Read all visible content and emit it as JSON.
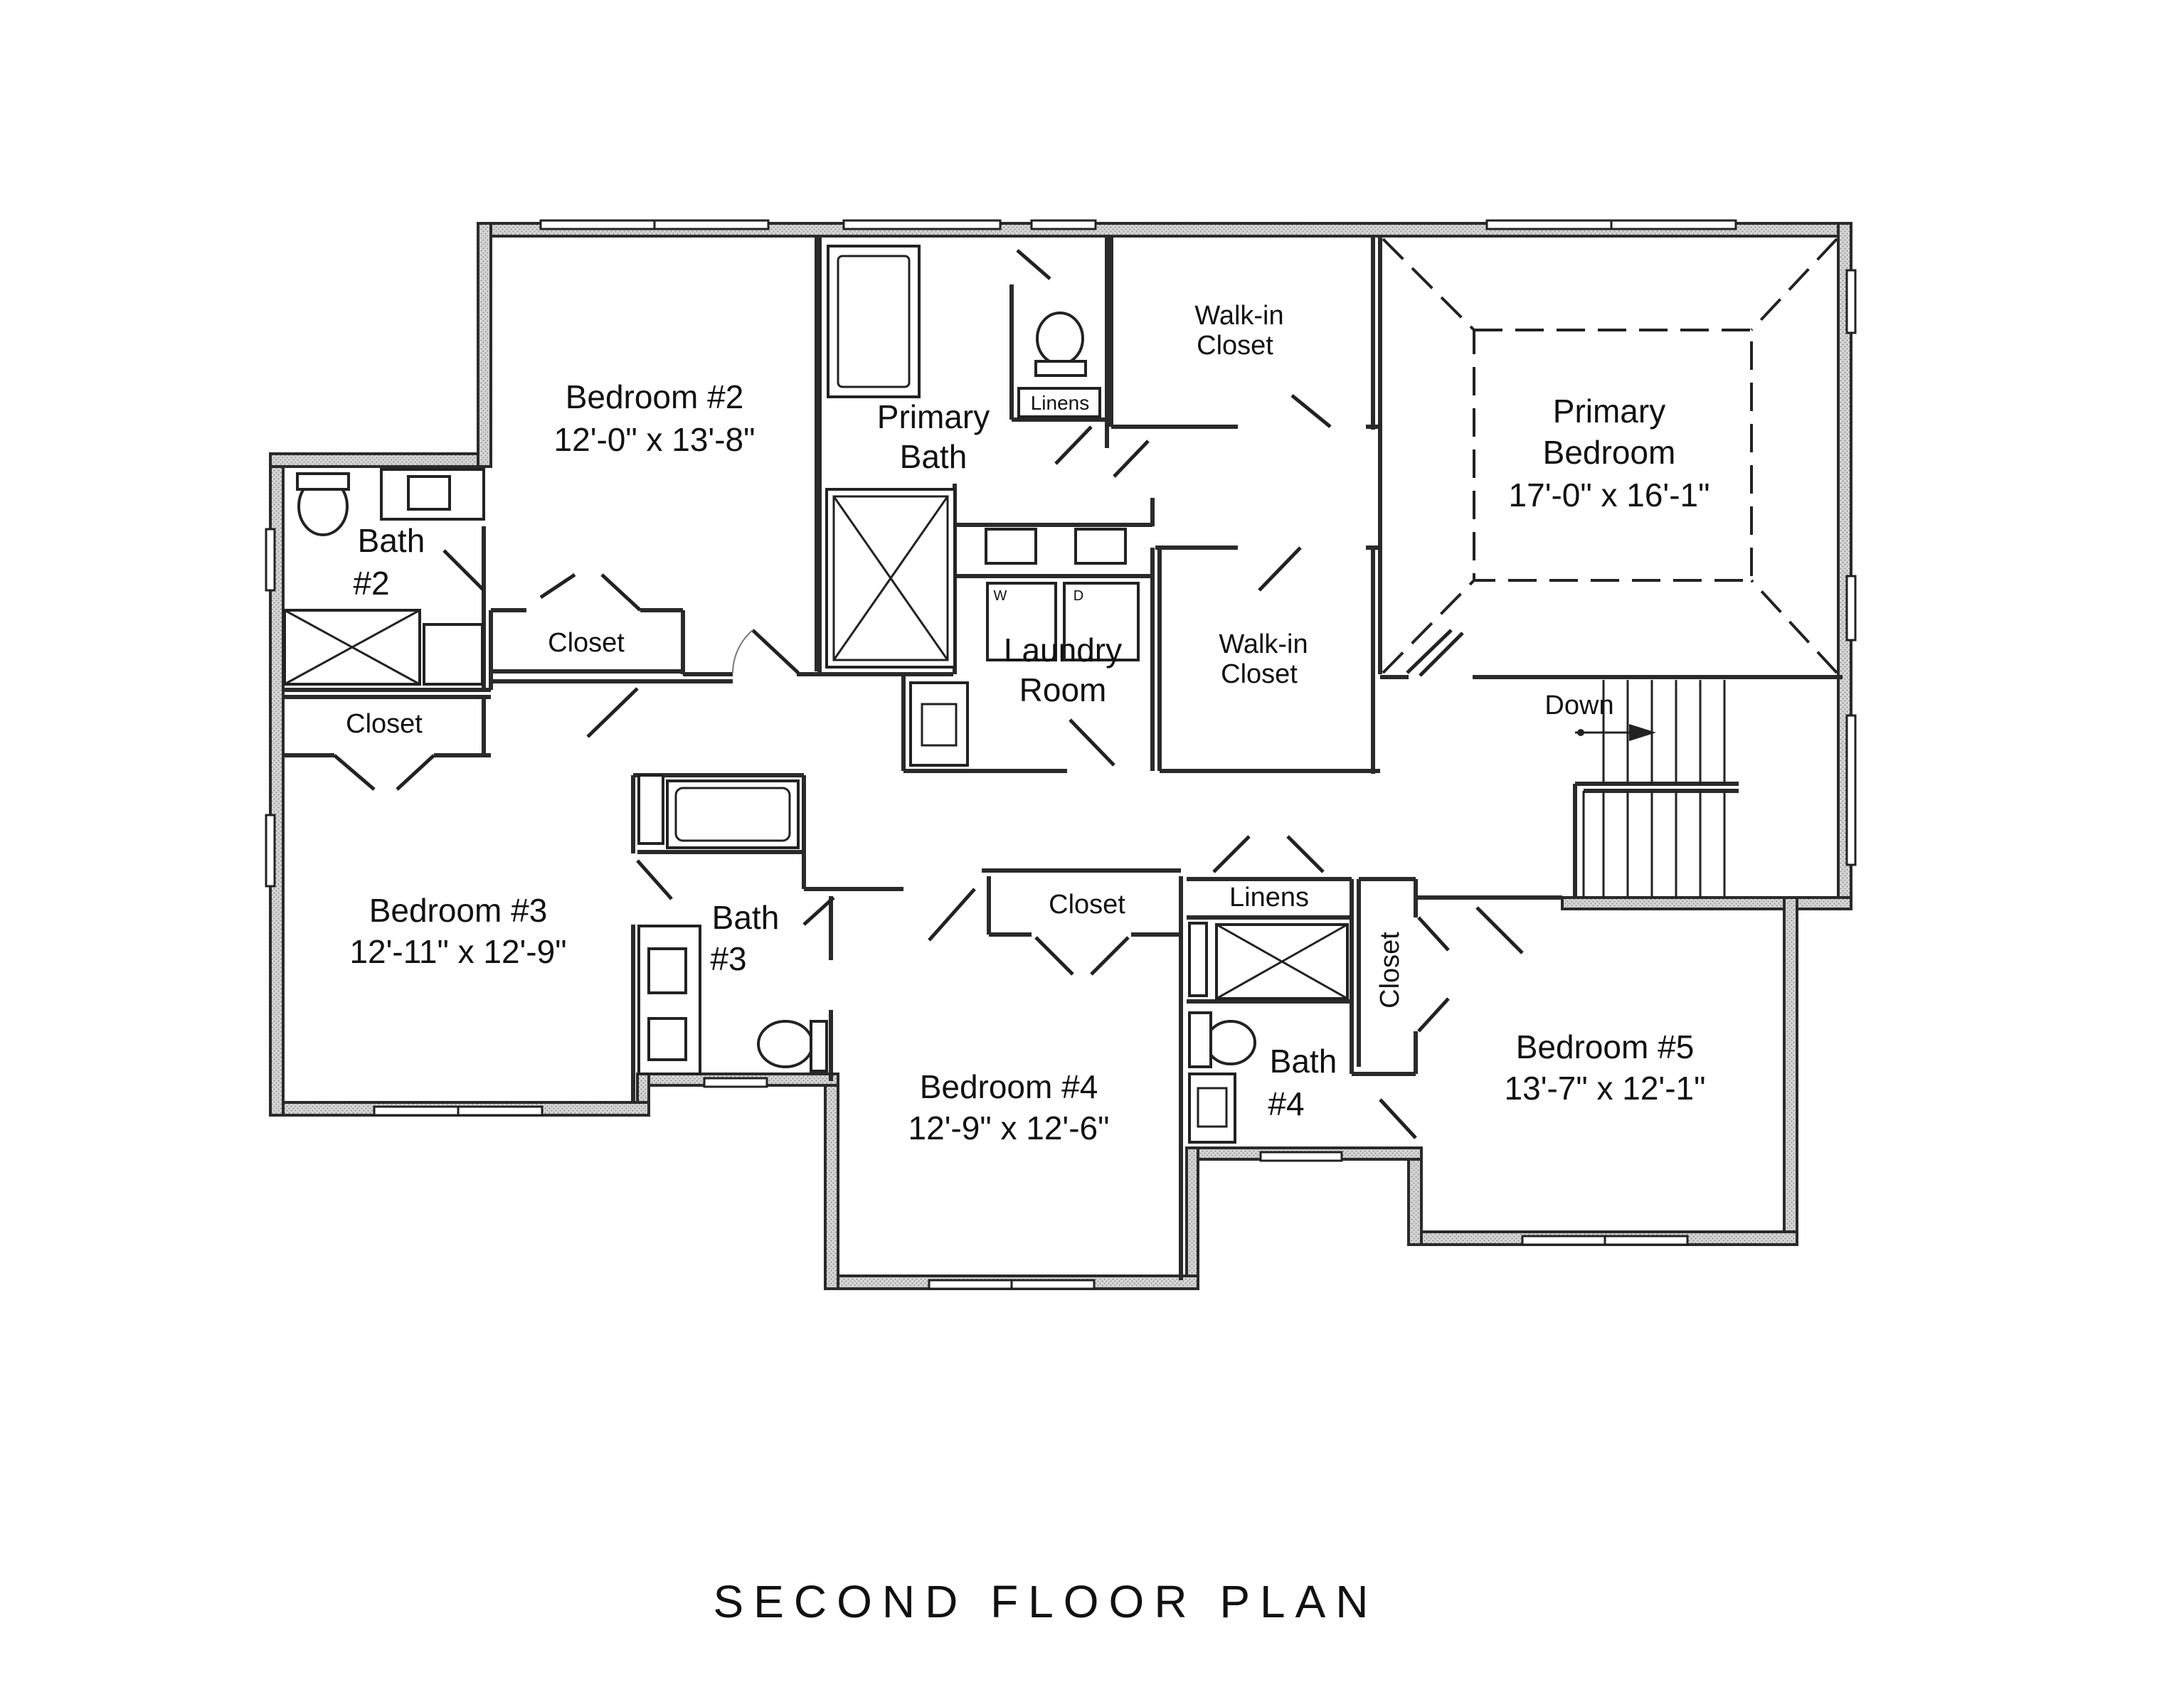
{
  "title": "SECOND FLOOR PLAN",
  "rooms": {
    "bedroom2": {
      "name": "Bedroom #2",
      "size": "12'-0\" x 13'-8\""
    },
    "bedroom3": {
      "name": "Bedroom #3",
      "size": "12'-11\" x 12'-9\""
    },
    "bedroom4": {
      "name": "Bedroom #4",
      "size": "12'-9\" x 12'-6\""
    },
    "bedroom5": {
      "name": "Bedroom #5",
      "size": "13'-7\" x 12'-1\""
    },
    "primary_bedroom": {
      "line1": "Primary",
      "line2": "Bedroom",
      "size": "17'-0\" x 16'-1\""
    },
    "primary_bath": {
      "line1": "Primary",
      "line2": "Bath"
    },
    "bath2": {
      "line1": "Bath",
      "line2": "#2"
    },
    "bath3": {
      "line1": "Bath",
      "line2": "#3"
    },
    "bath4": {
      "line1": "Bath",
      "line2": "#4"
    },
    "laundry": {
      "line1": "Laundry",
      "line2": "Room",
      "washer": "W",
      "dryer": "D"
    },
    "walkin1": {
      "line1": "Walk-in",
      "line2": "Closet"
    },
    "walkin2": {
      "line1": "Walk-in",
      "line2": "Closet"
    },
    "closet_bed2": "Closet",
    "closet_bed3": "Closet",
    "closet_bed4": "Closet",
    "closet_bed5": "Closet",
    "linens_primary": "Linens",
    "linens_hall": "Linens"
  },
  "stairs": {
    "label": "Down"
  }
}
